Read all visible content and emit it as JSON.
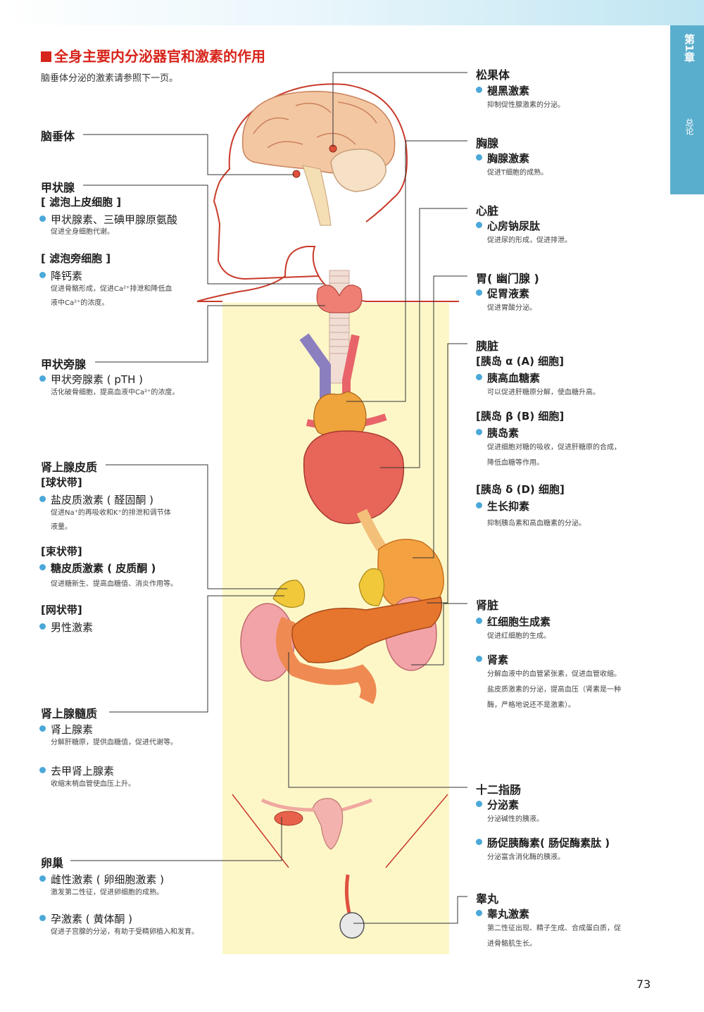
{
  "header": {
    "chapter": "第1章",
    "chapter_sub": "总论",
    "title": "全身主要内分泌器官和激素的作用",
    "intro": "脑垂体分泌的激素请参照下一页。"
  },
  "left": {
    "pituitary": "脑垂体",
    "thyroid": "甲状腺",
    "thyroid_follicular": "[ 滤泡上皮细胞 ]",
    "thyroid_hormones": "甲状腺素、三碘甲腺原氨酸",
    "thyroid_hormones_desc": "促进全身细胞代谢。",
    "thyroid_parafollicular": "[ 滤泡旁细胞 ]",
    "calcitonin": "降钙素",
    "calcitonin_desc1": "促进骨骼形成，促进Ca²⁺排泄和降低血",
    "calcitonin_desc2": "液中Ca²⁺的浓度。",
    "parathyroid": "甲状旁腺",
    "pth": "甲状旁腺素 ( pTH )",
    "pth_desc": "活化破骨细胞，提高血液中Ca²⁺的浓度。",
    "adrenal_cortex": "肾上腺皮质",
    "zona_glomerulosa": "[球状带]",
    "mineralocorticoid": "盐皮质激素 ( 醛固酮 )",
    "mineralocorticoid_desc1": "促进Na⁺的再吸收和K⁺的排泄和调节体",
    "mineralocorticoid_desc2": "液量。",
    "zona_fasciculata": "[束状带]",
    "glucocorticoid": "糖皮质激素 ( 皮质酮 )",
    "glucocorticoid_desc": "促进糖新生、提高血糖值、消炎作用等。",
    "zona_reticularis": "[网状带]",
    "androgen": "男性激素",
    "adrenal_medulla": "肾上腺髓质",
    "adrenaline": "肾上腺素",
    "adrenaline_desc": "分解肝糖原，提供血糖值，促进代谢等。",
    "noradrenaline": "去甲肾上腺素",
    "noradrenaline_desc": "收缩末梢血管使血压上升。",
    "ovary": "卵巢",
    "estrogen": "雌性激素 ( 卵细胞激素 )",
    "estrogen_desc": "激发第二性征，促进卵细胞的成熟。",
    "progesterone": "孕激素 ( 黄体酮 )",
    "progesterone_desc": "促进子宫腺的分泌，有助于受精卵植入和发育。"
  },
  "right": {
    "pineal": "松果体",
    "melatonin": "褪黑激素",
    "melatonin_desc": "抑制促性腺激素的分泌。",
    "thymus": "胸腺",
    "thymosin": "胸腺激素",
    "thymosin_desc": "促进T细胞的成熟。",
    "heart": "心脏",
    "anp": "心房钠尿肽",
    "anp_desc": "促进尿的形成，促进排泄。",
    "stomach": "胃( 幽门腺 )",
    "gastrin": "促胃液素",
    "gastrin_desc": "促进胃酸分泌。",
    "pancreas": "胰脏",
    "alpha_cell": "[胰岛 α (A) 细胞]",
    "glucagon": "胰高血糖素",
    "glucagon_desc": "可以促进肝糖原分解，使血糖升高。",
    "beta_cell": "[胰岛 β (B) 细胞]",
    "insulin": "胰岛素",
    "insulin_desc1": "促进细胞对糖的吸收，促进肝糖原的合成，",
    "insulin_desc2": "降低血糖等作用。",
    "delta_cell": "[胰岛 δ (D) 细胞]",
    "somatostatin": "生长抑素",
    "somatostatin_desc": "抑制胰岛素和高血糖素的分泌。",
    "kidney": "肾脏",
    "epo": "红细胞生成素",
    "epo_desc": "促进红细胞的生成。",
    "renin": "肾素",
    "renin_desc1": "分解血液中的血管紧张素，促进血管收缩。",
    "renin_desc2": "盐皮质激素的分泌，提高血压（肾素是一种",
    "renin_desc3": "酶，严格地说还不是激素）。",
    "duodenum": "十二指肠",
    "secretin": "分泌素",
    "secretin_desc": "分泌碱性的胰液。",
    "cck": "肠促胰酶素( 肠促酶素肽 )",
    "cck_desc": "分泌富含消化酶的胰液。",
    "testis": "睾丸",
    "testosterone": "睾丸激素",
    "testosterone_desc1": "第二性征出现、精子生成、合成蛋白质，促",
    "testosterone_desc2": "进骨骼肌生长。"
  },
  "page_number": "73",
  "colors": {
    "title_red": "#d7241b",
    "tab_blue": "#5aaecd",
    "bullet_blue": "#4ba8d8",
    "body_yellow": "#fdf7c8"
  }
}
